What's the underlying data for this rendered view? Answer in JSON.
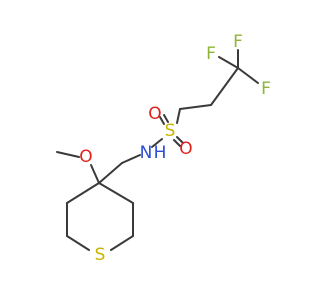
{
  "molecule": {
    "atoms": {
      "fluorine": "F",
      "sulfur": "S",
      "oxygen": "O",
      "nitrogen": "N",
      "hydrogen": "H"
    },
    "colors": {
      "bond": "#3a3a3a",
      "fluorine": "#8fb536",
      "sulfur": "#c8b400",
      "oxygen": "#e0221f",
      "nitrogen": "#2a4cd6"
    }
  }
}
